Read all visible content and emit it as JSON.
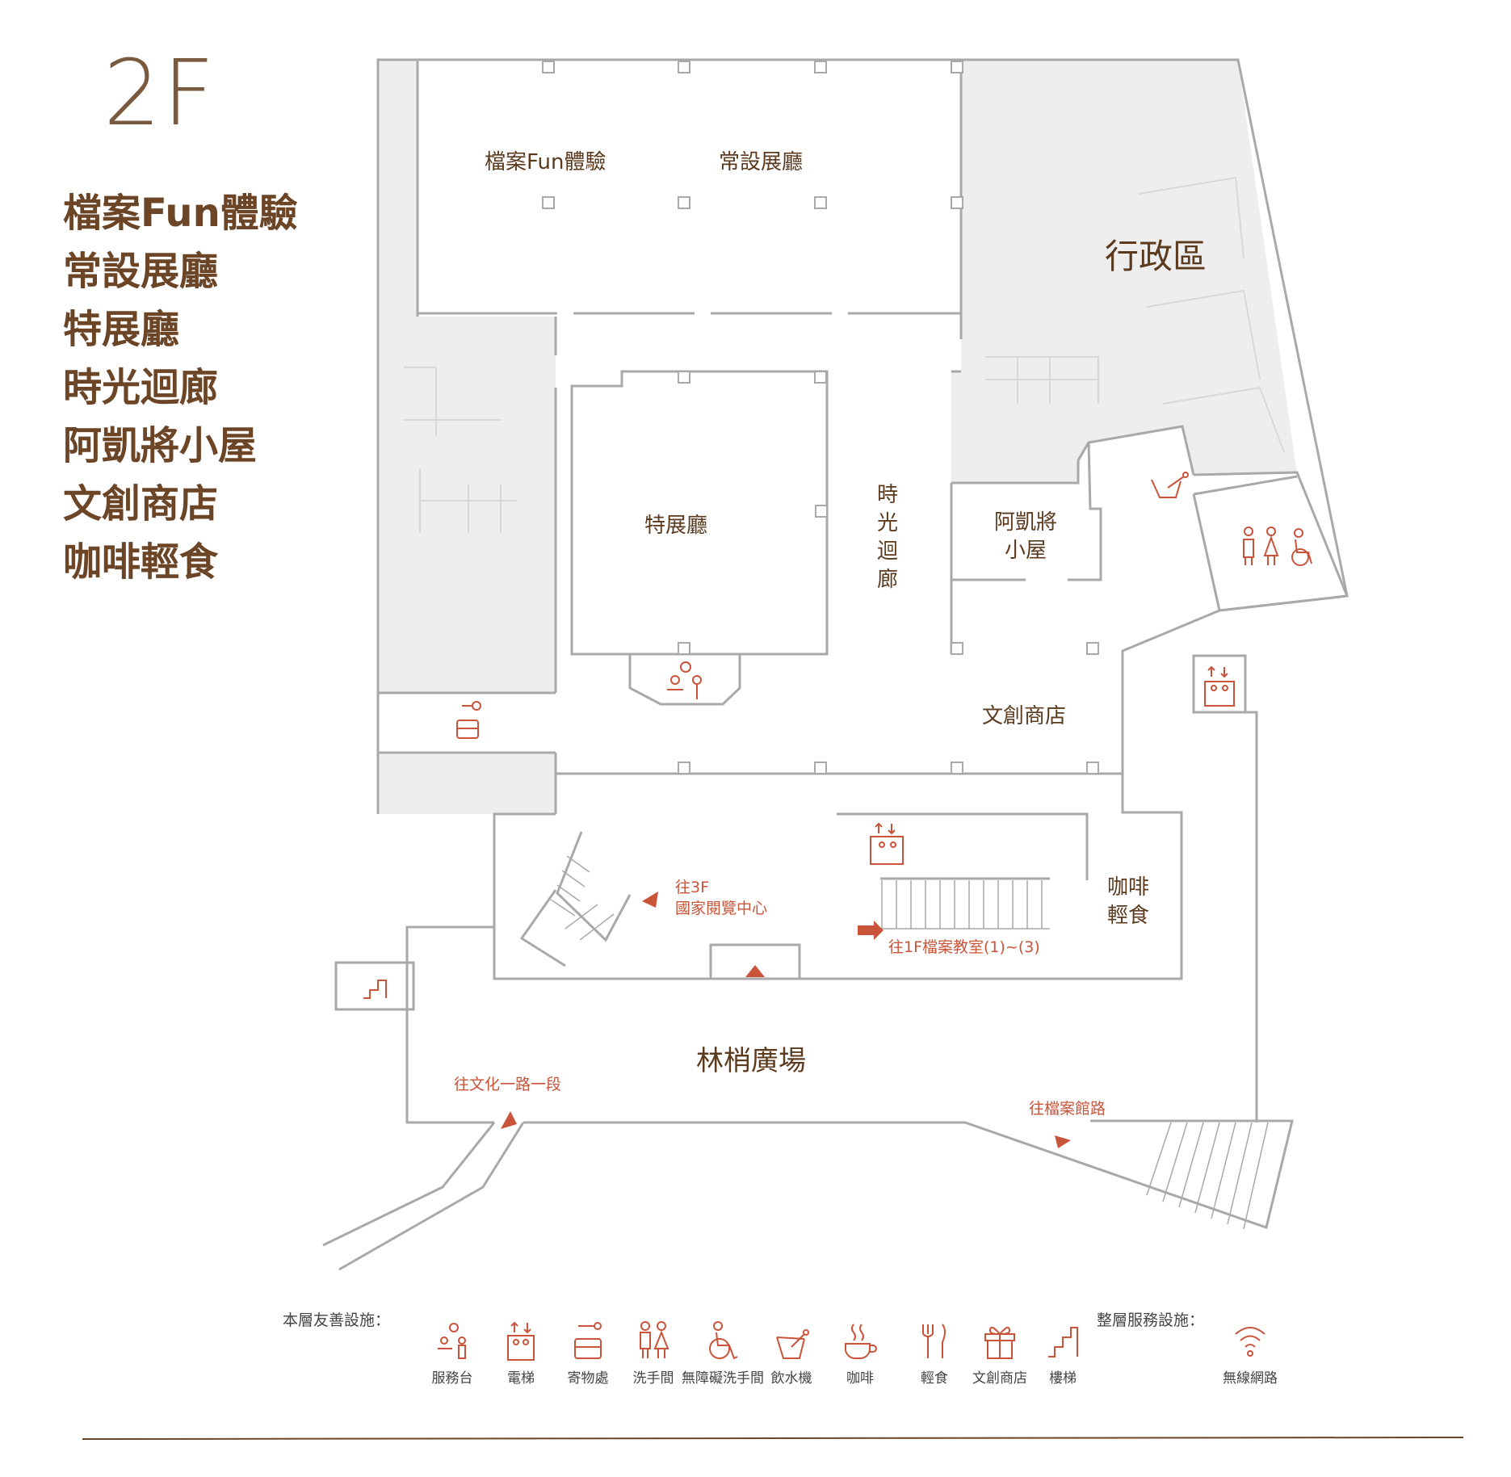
{
  "floor": "2F",
  "floor_index": [
    "檔案Fun體驗",
    "常設展廳",
    "特展廳",
    "時光迴廊",
    "阿凱將小屋",
    "文創商店",
    "咖啡輕食"
  ],
  "rooms": {
    "fun": "檔案Fun體驗",
    "permanent": "常設展廳",
    "admin": "行政區",
    "special": "特展廳",
    "corridor": "時光迴廊",
    "akaijiang": "阿凱將小屋",
    "shop": "文創商店",
    "cafe": "咖啡輕食",
    "plaza": "林梢廣場"
  },
  "directions": {
    "to3f": "往3F",
    "reading": "國家閱覽中心",
    "to1f": "往1F檔案教室(1)~(3)",
    "road1": "往文化一路一段",
    "road2": "往檔案館路"
  },
  "legend": {
    "floor_title": "本層友善設施：",
    "all_title": "整層服務設施：",
    "items": [
      "服務台",
      "電梯",
      "寄物處",
      "洗手間",
      "無障礙洗手間",
      "飲水機",
      "咖啡",
      "輕食",
      "文創商店",
      "樓梯"
    ],
    "all_items": [
      "無線網路"
    ]
  },
  "colors": {
    "accent": "#c9543a",
    "wall": "#a9a9a9",
    "shade": "#eeeeee",
    "text": "#5b3a1e"
  }
}
